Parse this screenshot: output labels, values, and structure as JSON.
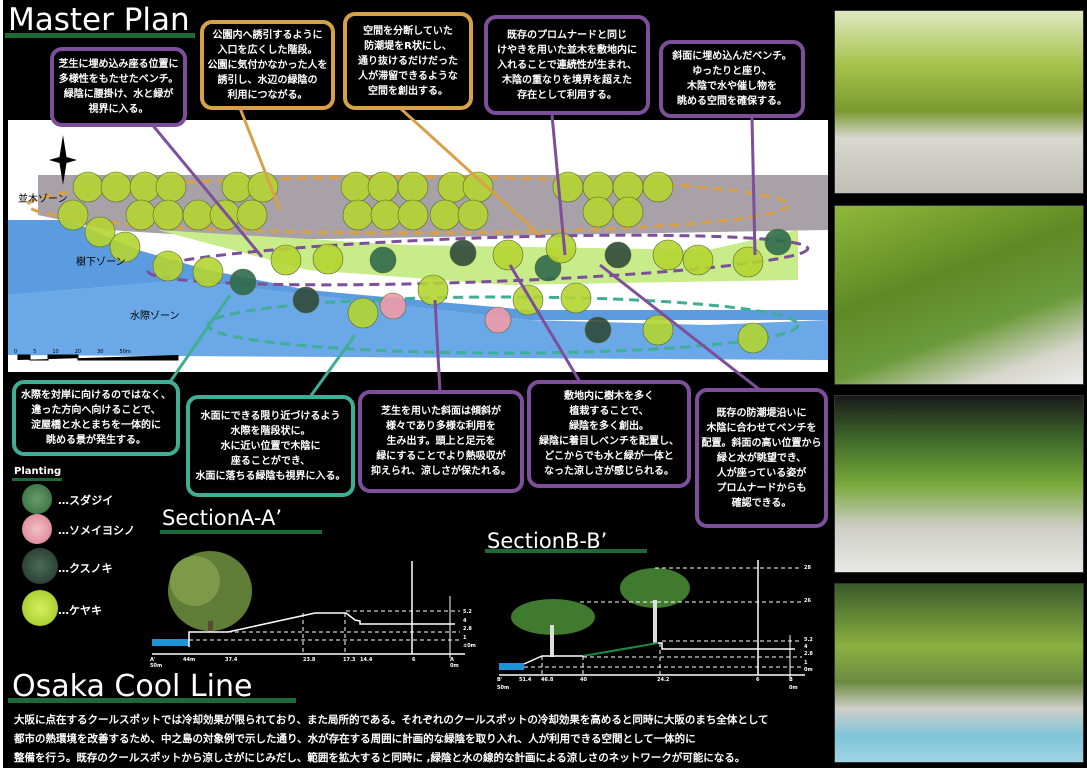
{
  "master_plan": {
    "title": "Master Plan",
    "zones": [
      "並木ゾーン",
      "樹下ゾーン",
      "水際ゾーン"
    ],
    "scale": [
      "0",
      "5",
      "10",
      "20",
      "30",
      "50m"
    ]
  },
  "callouts_top": [
    {
      "text": "芝生に埋め込み座る位置に\n多様性をもたせたベンチ。\n緑陰に腰掛け、水と緑が\n視界に入る。"
    },
    {
      "text": "公園内へ誘引するように\n入口を広くした階段。\n公園に気付かなかった人を\n誘引し、水辺の緑陰の\n利用につながる。"
    },
    {
      "text": "空間を分断していた\n防潮堤をR状にし、\n通り抜けるだけだった\n人が滞留できるような\n空間を創出する。"
    },
    {
      "text": "既存のプロムナードと同じ\nけやきを用いた並木を敷地内に\n入れることで連続性が生まれ、\n木陰の重なりを境界を超えた\n存在として利用する。"
    },
    {
      "text": "斜面に埋め込んだベンチ。\nゆったりと座り、\n木陰で水や催し物を\n眺める空間を確保する。"
    }
  ],
  "callouts_bottom": [
    {
      "text": "水際を対岸に向けるのではなく、\n違った方向へ向けることで、\n淀屋橋と水とまちを一体的に\n眺める景が発生する。"
    },
    {
      "text": "水面にできる限り近づけるよう\n水際を階段状に。\n水に近い位置で木陰に\n座ることができ、\n水面に落ちる緑陰も視界に入る。"
    },
    {
      "text": "芝生を用いた斜面は傾斜が\n様々であり多様な利用を\n生み出す。頭上と足元を\n緑にすることでより熱吸収が\n抑えられ、涼しさが保たれる。"
    },
    {
      "text": "敷地内に樹木を多く\n植栽することで、\n緑陰を多く創出。\n緑陰に着目しベンチを配置し、\nどこからでも水と緑が一体と\nなった涼しさが感じられる。"
    },
    {
      "text": "既存の防潮堤沿いに\n木陰に合わせてベンチを\n配置。斜面の高い位置から\n緑と水が眺望でき、\n人が座っている姿が\nプロムナードからも\n確認できる。"
    }
  ],
  "planting": {
    "title": "Planting",
    "items": [
      {
        "label": "…スダジイ",
        "color": "#3f7a4a"
      },
      {
        "label": "…ソメイヨシノ",
        "color": "#e99aaa"
      },
      {
        "label": "…クスノキ",
        "color": "#2f4a3a"
      },
      {
        "label": "…ケヤキ",
        "color": "#b5d62a"
      }
    ]
  },
  "section_a": {
    "title": "SectionA-A’",
    "x_labels": [
      "A'",
      "44m",
      "37.4",
      "23.8",
      "17.3",
      "14.4",
      "6",
      "A"
    ],
    "x_sub": [
      "50m",
      "0m"
    ],
    "heights": [
      "5.2",
      "4",
      "2.8",
      "1",
      "±0m"
    ]
  },
  "section_b": {
    "title": "SectionB-B’",
    "x_labels": [
      "B'",
      "51.4",
      "46.8",
      "40",
      "24.2",
      "6",
      "B"
    ],
    "x_sub": [
      "50m",
      "0m"
    ],
    "heights": [
      "28",
      "26",
      "5.2",
      "4",
      "2.8",
      "1",
      "0m"
    ]
  },
  "cool_line": {
    "title": "Osaka Cool Line",
    "lines": [
      "大阪に点在するクールスポットでは冷却効果が限られており、また局所的である。それぞれのクールスポットの冷却効果を高めると同時に大阪のまち全体として",
      "都市の熱環境を改善するため、中之島の対象例で示した通り、水が存在する周囲に計画的な緑陰を取り入れ、人が利用できる空間として一体的に",
      "整備を行う。既存のクールスポットから涼しさがにじみだし、範囲を拡大すると同時に ,緑陰と水の線的な計画による涼しさのネットワークが可能になる。"
    ]
  },
  "colors": {
    "purple": "#7d4f9b",
    "orange": "#d9a04a",
    "teal": "#3fae94",
    "green_bar": "#1d6a36",
    "water": "#5b9be0"
  }
}
